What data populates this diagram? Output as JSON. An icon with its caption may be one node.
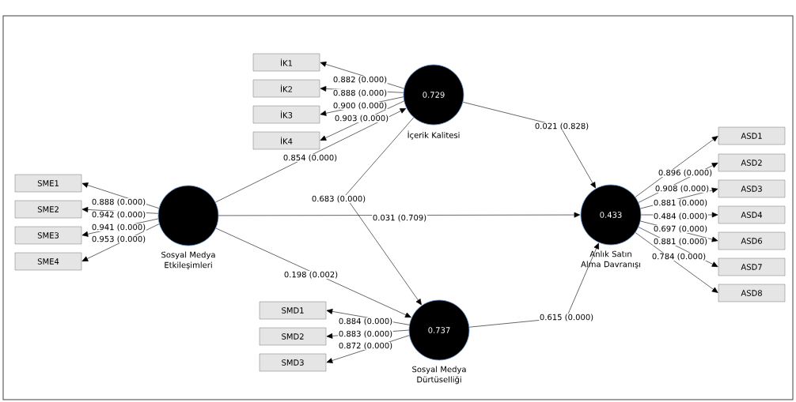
{
  "diagram": {
    "nodes": [
      {
        "text": [
          "İK1"
        ]
      },
      {
        "text": [
          "İK2"
        ]
      },
      {
        "text": [
          "İK3"
        ]
      },
      {
        "text": [
          "İK4"
        ]
      },
      {
        "text": [
          "0.729",
          "İçerik Kalitesi"
        ]
      },
      {
        "text": [
          "SME1"
        ]
      },
      {
        "text": [
          "SME2"
        ]
      },
      {
        "text": [
          "SME3"
        ]
      },
      {
        "text": [
          "SME4"
        ]
      },
      {
        "text": [
          "Sosyal Medya Etkileşimleri"
        ]
      },
      {
        "text": [
          "ASD1"
        ]
      },
      {
        "text": [
          "ASD2"
        ]
      },
      {
        "text": [
          "ASD3"
        ]
      },
      {
        "text": [
          "ASD4"
        ]
      },
      {
        "text": [
          "ASD6"
        ]
      },
      {
        "text": [
          "ASD7"
        ]
      },
      {
        "text": [
          "ASD8"
        ]
      },
      {
        "text": [
          "0.433",
          "Anlık Satın Alma Davranışı"
        ]
      },
      {
        "text": [
          "SMD1"
        ]
      },
      {
        "text": [
          "SMD2"
        ]
      },
      {
        "text": [
          "SMD3"
        ]
      },
      {
        "text": [
          "0.737",
          "Sosyal Medya Dürtüselliği"
        ]
      }
    ],
    "edges": [
      {
        "from": 4,
        "to": 0,
        "arrow": "to",
        "label": "0.882 (0.000)"
      },
      {
        "from": 4,
        "to": 1,
        "arrow": "to",
        "label": "0.888 (0.000)"
      },
      {
        "from": 4,
        "to": 2,
        "arrow": "to",
        "label": "0.900 (0.000)"
      },
      {
        "from": 4,
        "to": 3,
        "arrow": "to",
        "label": "0.903 (0.000)"
      },
      {
        "from": 9,
        "to": 5,
        "arrow": "to",
        "label": "0.888 (0.000)"
      },
      {
        "from": 9,
        "to": 6,
        "arrow": "to",
        "label": "0.942 (0.000)"
      },
      {
        "from": 9,
        "to": 7,
        "arrow": "to",
        "label": "0.941 (0.000)"
      },
      {
        "from": 9,
        "to": 8,
        "arrow": "to",
        "label": "0.953 (0.000)"
      },
      {
        "from": 17,
        "to": 10,
        "arrow": "to",
        "label": "0.896 (0.000)"
      },
      {
        "from": 17,
        "to": 11,
        "arrow": "to",
        "label": "0.908 (0.000)"
      },
      {
        "from": 17,
        "to": 12,
        "arrow": "to",
        "label": "0.881 (0.000)"
      },
      {
        "from": 17,
        "to": 13,
        "arrow": "to",
        "label": "0.484 (0.000)"
      },
      {
        "from": 17,
        "to": 14,
        "arrow": "to",
        "label": "0.697 (0.000)"
      },
      {
        "from": 17,
        "to": 15,
        "arrow": "to",
        "label": "0.881 (0.000)"
      },
      {
        "from": 17,
        "to": 16,
        "arrow": "to",
        "label": "0.784 (0.000)"
      },
      {
        "from": 21,
        "to": 18,
        "arrow": "to",
        "label": "0.884 (0.000)"
      },
      {
        "from": 21,
        "to": 19,
        "arrow": "to",
        "label": "0.883 (0.000)"
      },
      {
        "from": 21,
        "to": 20,
        "arrow": "to",
        "label": "0.872 (0.000)"
      },
      {
        "from": 9,
        "to": 4,
        "arrow": "to",
        "label": "0.854 (0.000)"
      },
      {
        "from": 4,
        "to": 17,
        "arrow": "to",
        "label": "0.021 (0.828)"
      },
      {
        "from": 4,
        "to": 21,
        "arrow": "to",
        "label": "0.683 (0.000)"
      },
      {
        "from": 9,
        "to": 17,
        "arrow": "to",
        "label": "0.031 (0.709)"
      },
      {
        "from": 9,
        "to": 21,
        "arrow": "to",
        "label": "0.198 (0.002)"
      },
      {
        "from": 21,
        "to": 17,
        "arrow": "to",
        "label": "0.615 (0.000)"
      }
    ]
  }
}
